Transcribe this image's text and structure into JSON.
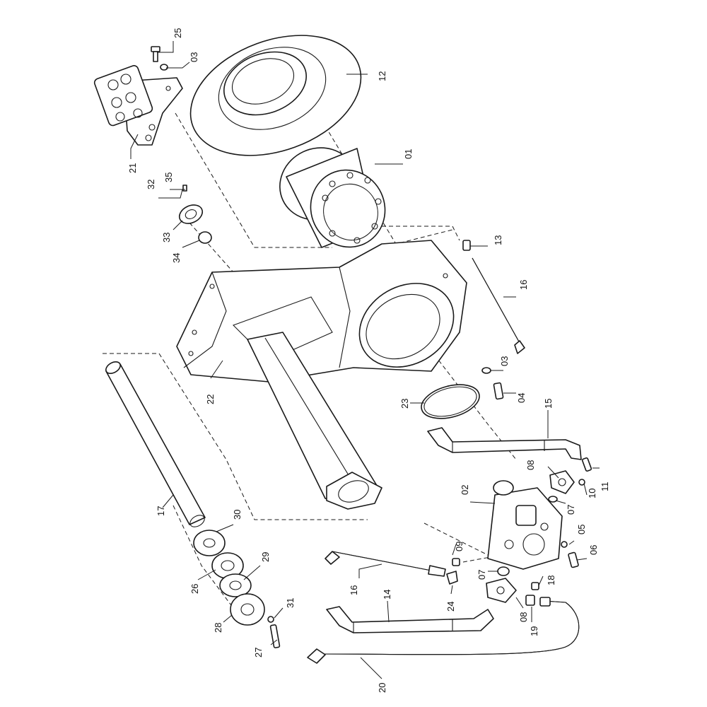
{
  "diagram": {
    "callouts": [
      {
        "id": "c-25",
        "text": "25"
      },
      {
        "id": "c-03a",
        "text": "03"
      },
      {
        "id": "c-12",
        "text": "12"
      },
      {
        "id": "c-01",
        "text": "01"
      },
      {
        "id": "c-21",
        "text": "21"
      },
      {
        "id": "c-32",
        "text": "32"
      },
      {
        "id": "c-35",
        "text": "35"
      },
      {
        "id": "c-33",
        "text": "33"
      },
      {
        "id": "c-34",
        "text": "34"
      },
      {
        "id": "c-13",
        "text": "13"
      },
      {
        "id": "c-16a",
        "text": "16"
      },
      {
        "id": "c-03b",
        "text": "03"
      },
      {
        "id": "c-04",
        "text": "04"
      },
      {
        "id": "c-22",
        "text": "22"
      },
      {
        "id": "c-23",
        "text": "23"
      },
      {
        "id": "c-15",
        "text": "15"
      },
      {
        "id": "c-08a",
        "text": "08"
      },
      {
        "id": "c-11",
        "text": "11"
      },
      {
        "id": "c-10",
        "text": "10"
      },
      {
        "id": "c-07a",
        "text": "07"
      },
      {
        "id": "c-05",
        "text": "05"
      },
      {
        "id": "c-06",
        "text": "06"
      },
      {
        "id": "c-02",
        "text": "02"
      },
      {
        "id": "c-17",
        "text": "17"
      },
      {
        "id": "c-30",
        "text": "30"
      },
      {
        "id": "c-29",
        "text": "29"
      },
      {
        "id": "c-26",
        "text": "26"
      },
      {
        "id": "c-31",
        "text": "31"
      },
      {
        "id": "c-28",
        "text": "28"
      },
      {
        "id": "c-27",
        "text": "27"
      },
      {
        "id": "c-09",
        "text": "09"
      },
      {
        "id": "c-16b",
        "text": "16"
      },
      {
        "id": "c-24",
        "text": "24"
      },
      {
        "id": "c-07b",
        "text": "07"
      },
      {
        "id": "c-14",
        "text": "14"
      },
      {
        "id": "c-18",
        "text": "18"
      },
      {
        "id": "c-08b",
        "text": "08"
      },
      {
        "id": "c-19",
        "text": "19"
      },
      {
        "id": "c-20",
        "text": "20"
      }
    ]
  }
}
